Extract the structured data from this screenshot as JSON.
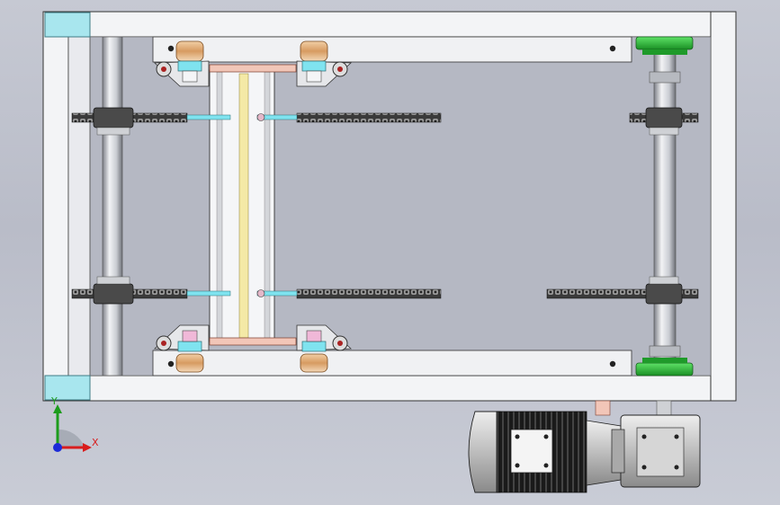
{
  "view": {
    "background": "#c0c3ce",
    "frame_color": "#f4f5f7",
    "panel_color": "#b4b7c2",
    "highlight_color": "#7fe3ef",
    "gear_color": "#2fbf3a",
    "pulley_color": "#d9a87a",
    "chain_color": "#2a2a2a"
  },
  "triad": {
    "x_label": "X",
    "y_label": "Y",
    "x_color": "#d81c1c",
    "y_color": "#1c9c1c",
    "z_color": "#1c2bd8"
  },
  "components": [
    "frame",
    "left-shaft",
    "right-shaft",
    "top-bearing-plate",
    "bottom-bearing-plate",
    "carriage",
    "chains",
    "sprockets",
    "gear-motor",
    "gearbox"
  ]
}
